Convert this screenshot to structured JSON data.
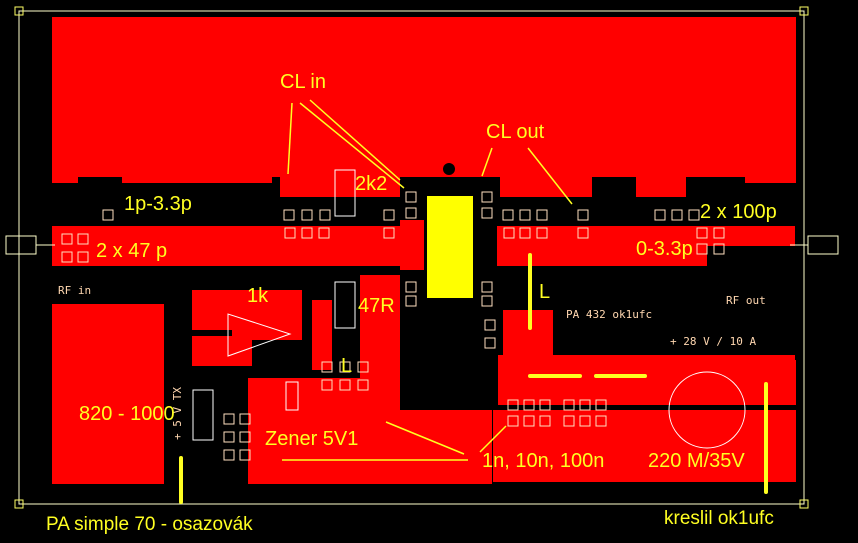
{
  "colors": {
    "background": "#000000",
    "copper": "#ff0000",
    "silk": "#ffff22",
    "outline": "#ffffcc",
    "component_body": "#ffff00"
  },
  "labels": {
    "cl_in": "CL in",
    "cl_out": "CL out",
    "cap_1p_3p3": "1p-3.3p",
    "r_2k2": "2k2",
    "cap_2x100p": "2 x 100p",
    "cap_2x47p": "2 x 47 p",
    "cap_0_3p3": "0-3.3p",
    "rf_in": "RF in",
    "rf_out": "RF out",
    "r_1k": "1k",
    "r_47r": "47R",
    "inductor_l1": "L",
    "inductor_l2": "L",
    "pa_version": "PA 432 ok1ufc",
    "supply": "+ 28 V / 10 A",
    "tx_supply": "+ 5 V TX",
    "r_820_1000": "820 - 1000",
    "zener": "Zener 5V1",
    "caps_decoupling": "1n, 10n, 100n",
    "electrolytic": "220 M/35V",
    "title": "PA simple 70 - osazovák",
    "author": "kreslil ok1ufc"
  }
}
